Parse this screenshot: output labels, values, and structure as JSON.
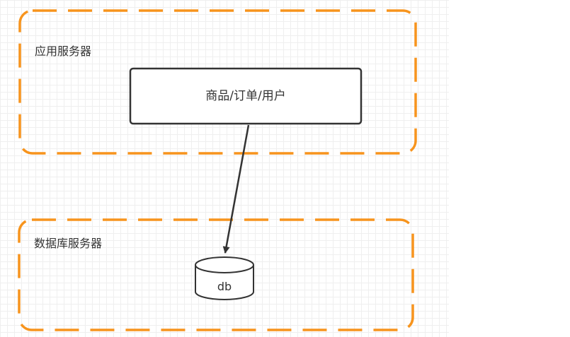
{
  "app_group": {
    "label": "应用服务器",
    "border_color": "#F7941D"
  },
  "service_box": {
    "label": "商品/订单/用户",
    "border_color": "#333333"
  },
  "db_group": {
    "label": "数据库服务器",
    "border_color": "#F7941D"
  },
  "database": {
    "label": "db"
  },
  "edge": {
    "from": "service_box",
    "to": "database",
    "color": "#333333"
  }
}
